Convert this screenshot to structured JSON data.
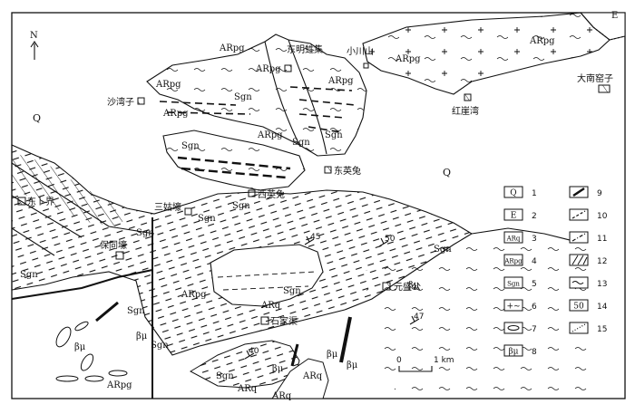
{
  "north": "N",
  "labels": {
    "q1": "Q",
    "q2": "Q",
    "e1": "E",
    "arpg1": "ARpg",
    "arpg2": "ARpg",
    "arpg3": "ARpg",
    "arpg4": "ARpg",
    "arpg5": "ARpg",
    "arpg6": "ARpg",
    "arpg7": "ARpg",
    "arpg8": "ARpg",
    "arpg9": "ARpg",
    "arpg10": "ARpg",
    "arq1": "ARq",
    "arq2": "ARq",
    "arq3": "ARq",
    "arq4": "ARq",
    "sgn1": "Sgn",
    "sgn2": "Sgn",
    "sgn3": "Sgn",
    "sgn4": "Sgn",
    "sgn5": "Sgn",
    "sgn6": "Sgn",
    "sgn7": "Sgn",
    "sgn8": "Sgn",
    "sgn9": "Sgn",
    "sgn10": "Sgn",
    "sgn11": "Sgn",
    "sgn12": "Sgn",
    "sgn13": "Sgn",
    "bmu1": "βμ",
    "bmu2": "βμ",
    "bmu3": "βμ",
    "bmu4": "βμ",
    "bmu5": "βμ",
    "bmu6": "βμ"
  },
  "places": {
    "dongmingshuji": "东明甡集",
    "xiaochuanshan": "小川山",
    "shawanzi": "沙湾子",
    "hongyawan": "红崖湾",
    "danandianzi": "大南窑子",
    "dongyingtu": "东英兔",
    "xiyingtu": "西英兔",
    "dongbujie": "东卜界",
    "sanjiahao": "三姑壕",
    "baotonghao": "保同壕",
    "yuanshenggong": "元盛公",
    "shijiaqu": "石家渠"
  },
  "dips": {
    "d45": "45",
    "d50": "50",
    "d47": "47",
    "d40": "40"
  },
  "scale": {
    "zero": "0",
    "label": "1 km"
  },
  "legend": [
    {
      "symbol": "Q",
      "num": "1"
    },
    {
      "symbol": "E",
      "num": "2"
    },
    {
      "symbol": "ARq",
      "num": "3"
    },
    {
      "symbol": "ARpg",
      "num": "4"
    },
    {
      "symbol": "Sgn",
      "num": "5"
    },
    {
      "symbol": "+~",
      "num": "6"
    },
    {
      "symbol": "ellipse",
      "num": "7"
    },
    {
      "symbol": "βμ",
      "num": "8"
    },
    {
      "symbol": "dike",
      "num": "9"
    },
    {
      "symbol": "fault-dash",
      "num": "10"
    },
    {
      "symbol": "dash-dot",
      "num": "11"
    },
    {
      "symbol": "hatch",
      "num": "12"
    },
    {
      "symbol": "wave",
      "num": "13"
    },
    {
      "symbol": "50",
      "num": "14"
    },
    {
      "symbol": "dotted",
      "num": "15"
    }
  ]
}
